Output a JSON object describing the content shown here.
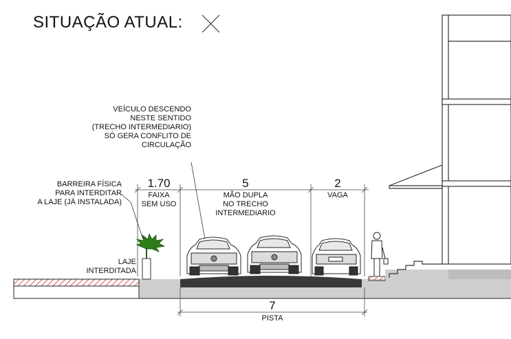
{
  "title": "SITUAÇÃO ATUAL:",
  "title_icon": "x-mark-icon",
  "annotations": {
    "vehicle_note": [
      "VEÍCULO DESCENDO",
      "NESTE SENTIDO",
      "(TRECHO INTERMEDIARIO)",
      "SÓ GERA CONFLITO DE",
      "CIRCULAÇÃO"
    ],
    "barrier_note": [
      "BARREIRA FÍSICA",
      "PARA INTERDITAR",
      "A LAJE (JÁ INSTALADA)"
    ],
    "slab_note": [
      "LAJE",
      "INTERDITADA"
    ]
  },
  "dimensions": {
    "unused_lane": {
      "value": "1.70",
      "label": [
        "FAIXA",
        "SEM USO"
      ]
    },
    "two_way": {
      "value": "5",
      "label": [
        "MÃO DUPLA",
        "NO TRECHO",
        "INTERMEDIARIO"
      ]
    },
    "parking": {
      "value": "2",
      "label": [
        "VAGA"
      ]
    },
    "track": {
      "value": "7",
      "label": [
        "PISTA"
      ]
    }
  }
}
